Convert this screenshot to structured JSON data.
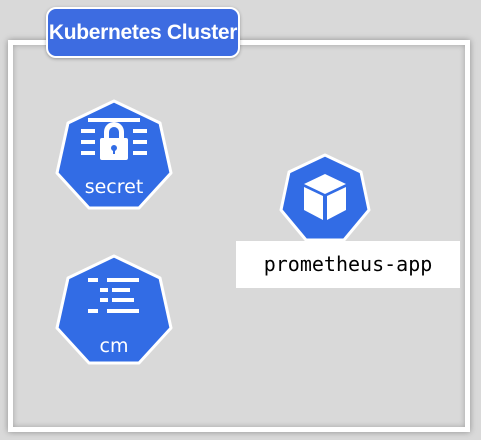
{
  "cluster": {
    "title": "Kubernetes Cluster"
  },
  "resources": {
    "secret": {
      "caption": "secret",
      "icon": "lock-icon"
    },
    "configmap": {
      "caption": "cm",
      "icon": "list-icon"
    },
    "pod": {
      "icon": "cube-icon"
    }
  },
  "app": {
    "name": "prometheus-app"
  },
  "colors": {
    "k8s_blue": "#326ce5",
    "label_blue": "#3d6ce1",
    "background": "#d9d9d9",
    "frame": "#ffffff"
  }
}
